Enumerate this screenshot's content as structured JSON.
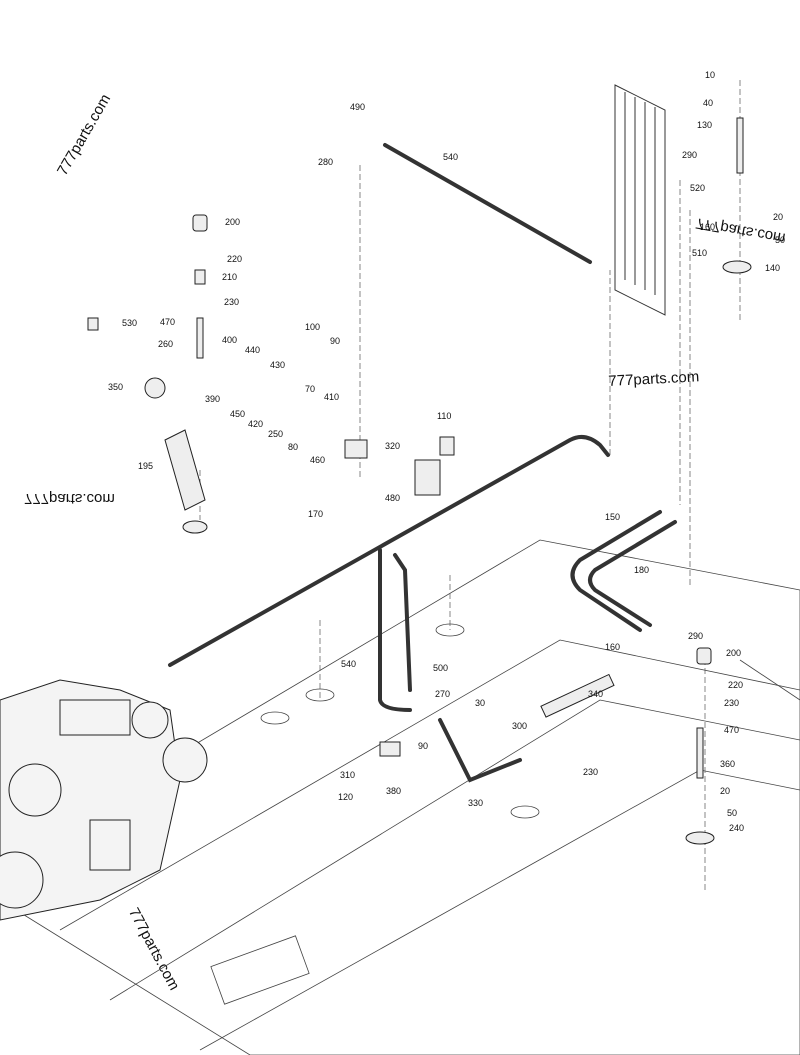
{
  "watermark": "777parts.com",
  "callouts": [
    "10",
    "40",
    "130",
    "490",
    "540",
    "280",
    "290",
    "520",
    "20",
    "160",
    "50",
    "510",
    "140",
    "200",
    "220",
    "210",
    "230",
    "530",
    "470",
    "260",
    "100",
    "90",
    "400",
    "440",
    "390",
    "430",
    "350",
    "450",
    "70",
    "410",
    "420",
    "250",
    "80",
    "110",
    "460",
    "320",
    "195",
    "480",
    "170",
    "150",
    "180",
    "290",
    "160",
    "200",
    "220",
    "540",
    "500",
    "270",
    "30",
    "300",
    "340",
    "230",
    "470",
    "360",
    "90",
    "310",
    "380",
    "120",
    "330",
    "230",
    "20",
    "50",
    "240"
  ]
}
